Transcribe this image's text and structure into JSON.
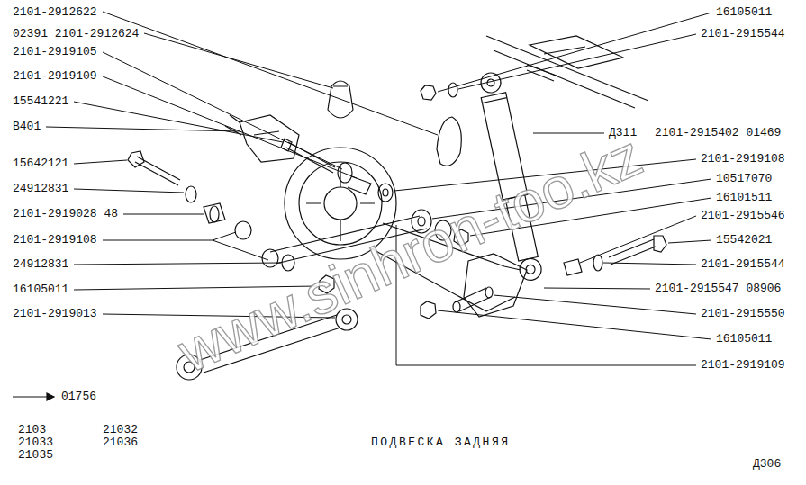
{
  "diagram": {
    "title": "ПОДВЕСКА ЗАДНЯЯ",
    "labels": [
      "2101-2912622",
      "02391 2101-2912624",
      "2101-2919105",
      "2101-2919109",
      "15541221",
      "В401",
      "15642121",
      "24912831",
      "2101-2919028 48",
      "2101-2919108",
      "24912831",
      "16105011",
      "2101-2919013",
      "01756",
      "2103",
      "21032",
      "21033",
      "21036",
      "21035",
      "Д306",
      "16105011",
      "2101-2915544",
      "Д311",
      "2101-2915402 01469",
      "2101-2919108",
      "10517070",
      "16101511",
      "2101-2915546",
      "15542021",
      "2101-2915544",
      "2101-2915547 08906",
      "2101-2915550",
      "16105011",
      "2101-2919109",
      "www.sinhron-too.kz"
    ]
  }
}
